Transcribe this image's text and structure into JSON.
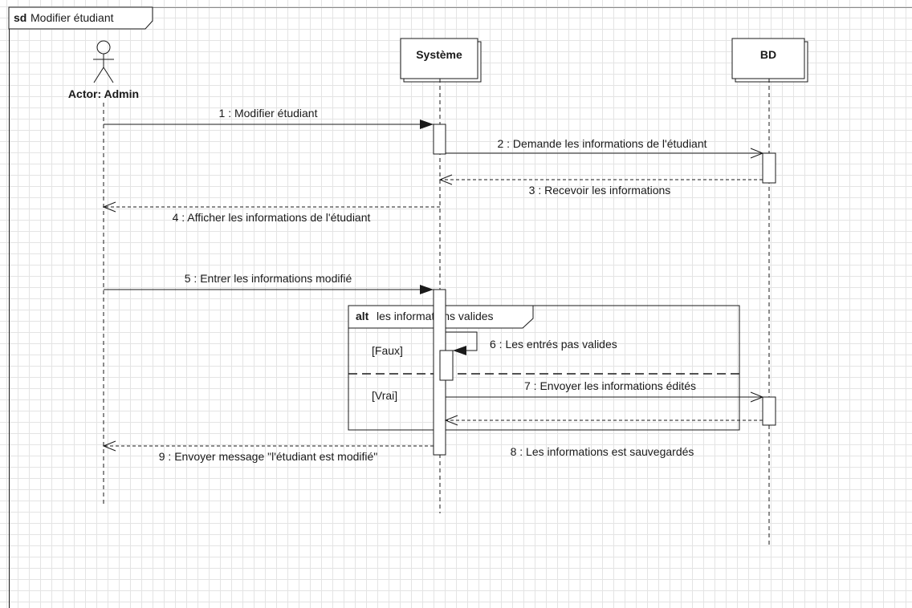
{
  "frame": {
    "keyword": "sd",
    "name": "Modifier étudiant"
  },
  "participants": [
    {
      "id": "admin",
      "kind": "actor",
      "label": "Actor: Admin"
    },
    {
      "id": "systeme",
      "kind": "object",
      "label": "Système"
    },
    {
      "id": "bd",
      "kind": "object",
      "label": "BD"
    }
  ],
  "messages": [
    {
      "id": "m1",
      "label": "1 : Modifier étudiant",
      "from": "admin",
      "to": "systeme",
      "style": "sync"
    },
    {
      "id": "m2",
      "label": "2 : Demande les informations de l'étudiant",
      "from": "systeme",
      "to": "bd",
      "style": "async"
    },
    {
      "id": "m3",
      "label": "3 : Recevoir les informations",
      "from": "bd",
      "to": "systeme",
      "style": "return"
    },
    {
      "id": "m4",
      "label": "4 : Afficher les informations de l'étudiant",
      "from": "systeme",
      "to": "admin",
      "style": "return"
    },
    {
      "id": "m5",
      "label": "5 : Entrer les informations modifié",
      "from": "admin",
      "to": "systeme",
      "style": "sync"
    },
    {
      "id": "m6",
      "label": "6 : Les entrés pas valides",
      "from": "systeme",
      "to": "systeme",
      "style": "self"
    },
    {
      "id": "m7",
      "label": "7 : Envoyer les informations édités",
      "from": "systeme",
      "to": "bd",
      "style": "async"
    },
    {
      "id": "m8",
      "label": "8 : Les informations est sauvegardés",
      "from": "bd",
      "to": "systeme",
      "style": "return"
    },
    {
      "id": "m9",
      "label": "9 : Envoyer message \"l'étudiant est modifié\"",
      "from": "systeme",
      "to": "admin",
      "style": "return"
    }
  ],
  "fragment": {
    "keyword": "alt",
    "condition": "les informations valides",
    "guards": [
      "[Faux]",
      "[Vrai]"
    ]
  },
  "colors": {
    "line": "#1a1a1a",
    "grid": "#e4e4e4",
    "background": "#ffffff"
  }
}
